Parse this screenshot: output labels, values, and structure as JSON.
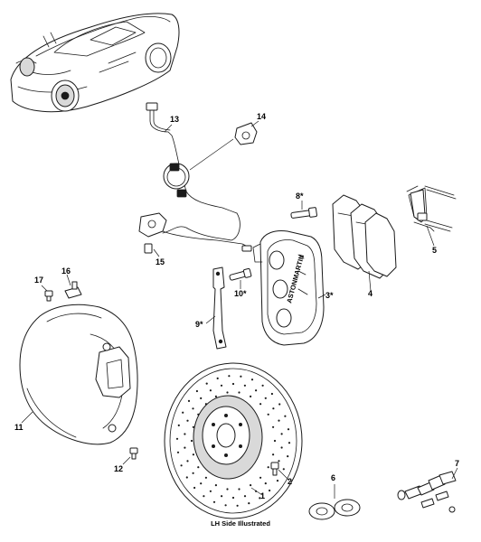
{
  "diagram": {
    "caption": "LH Side Illustrated",
    "callouts": {
      "c1": "1",
      "c2": "2",
      "c3": "3*",
      "c4": "4",
      "c5": "5",
      "c6": "6",
      "c7": "7",
      "c8": "8*",
      "c9": "9*",
      "c10": "10*",
      "c11": "11",
      "c12": "12",
      "c13": "13",
      "c14": "14",
      "c15": "15",
      "c16": "16",
      "c17": "17"
    }
  }
}
